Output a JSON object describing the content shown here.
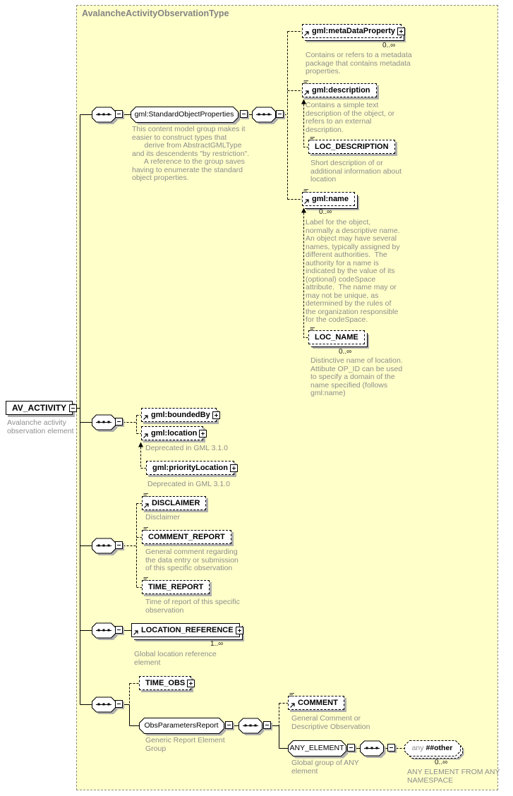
{
  "frame": {
    "title": "AvalancheActivityObservationType"
  },
  "root": {
    "label": "AV_ACTIVITY",
    "annotation": "Avalanche activity\nobservation element"
  },
  "groups": {
    "standardObjectProperties": {
      "label": "gml:StandardObjectProperties",
      "annotation": "This content model group makes it\neasier to construct types that\n      derive from AbstractGMLType\nand its descendents \"by restriction\".\n      A reference to the group saves\nhaving to enumerate the standard\nobject properties."
    },
    "obsParametersReport": {
      "label": "ObsParametersReport",
      "annotation": "Generic Report Element\nGroup"
    },
    "anyElement": {
      "label": "ANY_ELEMENT",
      "annotation": "Global group of ANY\nelement"
    }
  },
  "elements": {
    "metaDataProperty": {
      "label": "gml:metaDataProperty",
      "occurs": "0..∞",
      "annotation": "Contains or refers to a metadata\npackage that contains metadata\nproperties."
    },
    "description": {
      "label": "gml:description",
      "annotation": "Contains a simple text\ndescription of the object, or\nrefers to an external\ndescription."
    },
    "locDescription": {
      "label": "LOC_DESCRIPTION",
      "annotation": "Short description of or\nadditional information about\nlocation"
    },
    "name": {
      "label": "gml:name",
      "occurs": "0..∞",
      "annotation": "Label for the object,\nnormally a descriptive name.\nAn object may have several\nnames, typically assigned by\ndifferent authorities.  The\nauthority for a name is\nindicated by the value of its\n(optional) codeSpace\nattribute.  The name may or\nmay not be unique, as\ndetermined by the rules of\nthe organization responsible\nfor the codeSpace."
    },
    "locName": {
      "label": "LOC_NAME",
      "occurs": "0..∞",
      "annotation": "Distinctive name of location.\nAttibute OP_ID can be used\nto specify a domain of the\nname specified (follows\ngml:name)"
    },
    "boundedBy": {
      "label": "gml:boundedBy"
    },
    "location": {
      "label": "gml:location",
      "annotation": "Deprecated in GML 3.1.0"
    },
    "priorityLocation": {
      "label": "gml:priorityLocation",
      "annotation": "Deprecated in GML 3.1.0"
    },
    "disclaimer": {
      "label": "DISCLAIMER",
      "annotation": "Disclaimer"
    },
    "commentReport": {
      "label": "COMMENT_REPORT",
      "annotation": "General comment regarding\nthe data entry or submission\nof this specific observation"
    },
    "timeReport": {
      "label": "TIME_REPORT",
      "annotation": "Time of report of this specific\nobservation"
    },
    "locationReference": {
      "label": "LOCATION_REFERENCE",
      "occurs": "1..∞",
      "annotation": "Global location reference\nelement"
    },
    "timeObs": {
      "label": "TIME_OBS"
    },
    "comment": {
      "label": "COMMENT",
      "annotation": "General Comment or\nDescriptive Observation"
    },
    "anyOther": {
      "prefix": "any",
      "label": "##other",
      "occurs": "0..∞",
      "annotation": "ANY ELEMENT FROM ANY\nNAMESPACE"
    }
  }
}
